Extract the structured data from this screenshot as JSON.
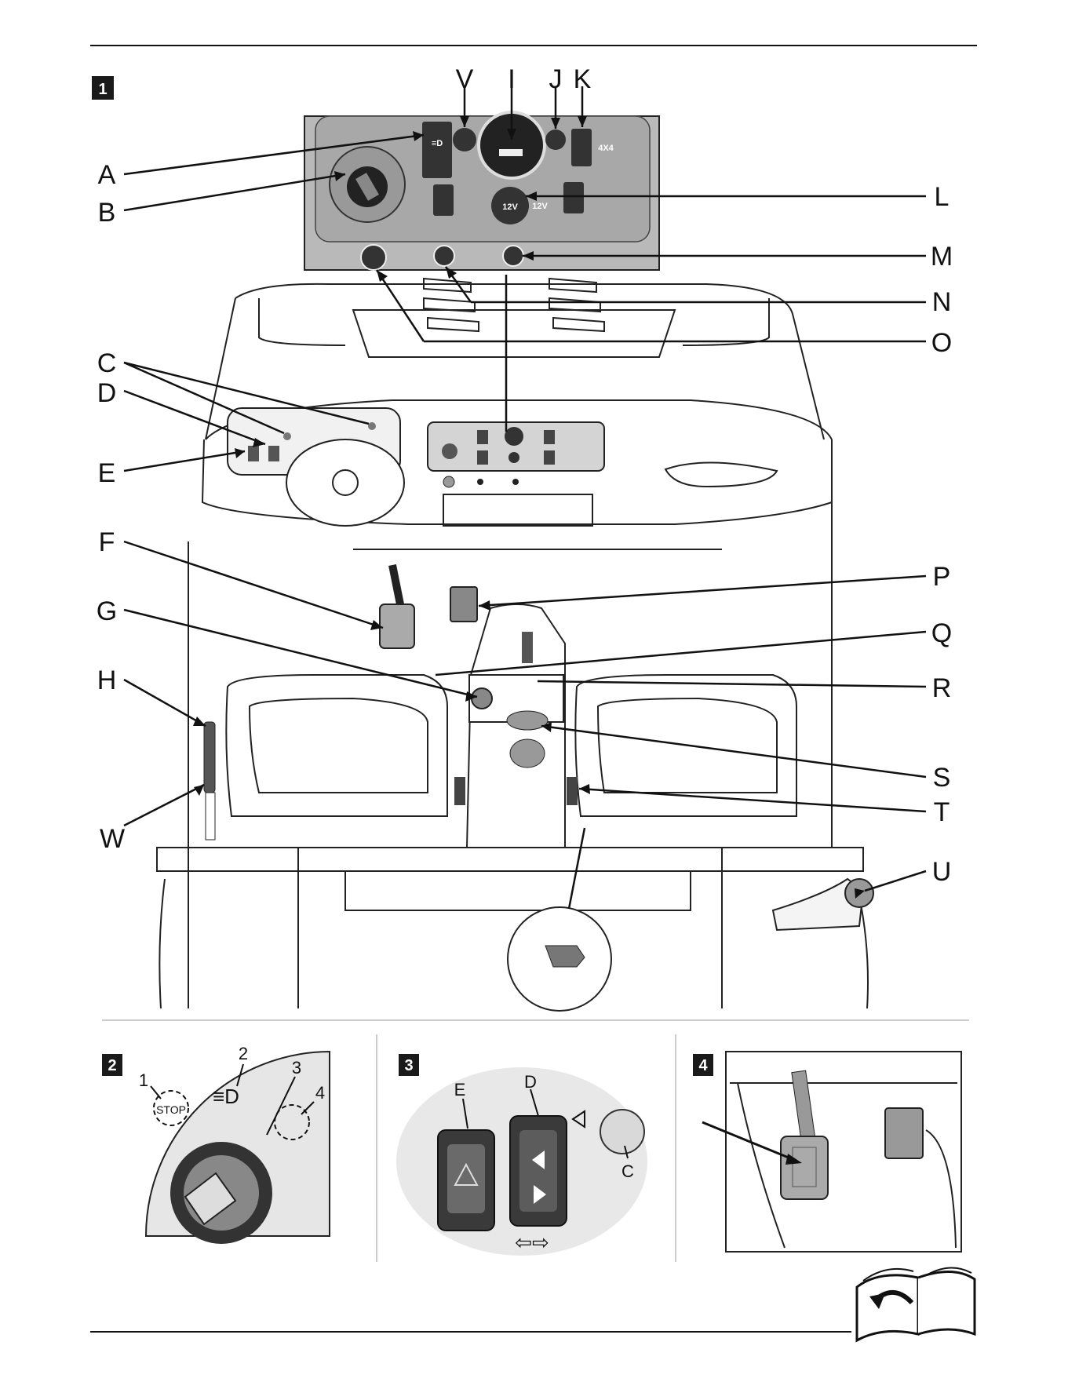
{
  "figures": [
    {
      "number": "1"
    },
    {
      "number": "2"
    },
    {
      "number": "3"
    },
    {
      "number": "4"
    }
  ],
  "callouts_left": [
    "A",
    "B",
    "C",
    "D",
    "E",
    "F",
    "G",
    "H",
    "W"
  ],
  "callouts_right": [
    "L",
    "M",
    "N",
    "O",
    "P",
    "Q",
    "R",
    "S",
    "T",
    "U"
  ],
  "callouts_top": [
    "V",
    "I",
    "J",
    "K"
  ],
  "panel_text": {
    "socket": "12V",
    "socket_side": "12V",
    "drive_mode": "4X4"
  },
  "fig2": {
    "positions": [
      "1",
      "2",
      "3",
      "4"
    ],
    "stop": "STOP"
  },
  "fig3": {
    "switch_e": "E",
    "switch_d": "D",
    "lamp_c": "C"
  },
  "colors": {
    "ink": "#111111",
    "panel": "#b9b9b9",
    "panel_dark": "#8e8e8e",
    "label_box": "#1a1a1a",
    "shade": "#e3e3e3"
  }
}
